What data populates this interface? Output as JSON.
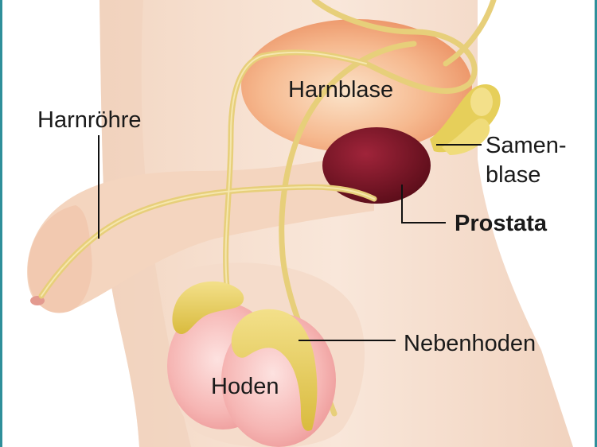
{
  "labels": {
    "harnblase": "Harnblase",
    "harnroehre": "Harnröhre",
    "samenblase_line1": "Samen-",
    "samenblase_line2": "blase",
    "prostata": "Prostata",
    "nebenhoden": "Nebenhoden",
    "hoden": "Hoden"
  },
  "colors": {
    "frame": "#2f8f9a",
    "skin": "#f6e0d0",
    "skin_shadow": "#ecc9b2",
    "bladder": "#f3a479",
    "prostate": "#7a1424",
    "duct": "#e7cf7a",
    "testis": "#f4a9a8",
    "epididymis": "#e8cf5e",
    "seminal_vesicle": "#e9d25f",
    "leader_line": "#111111"
  }
}
